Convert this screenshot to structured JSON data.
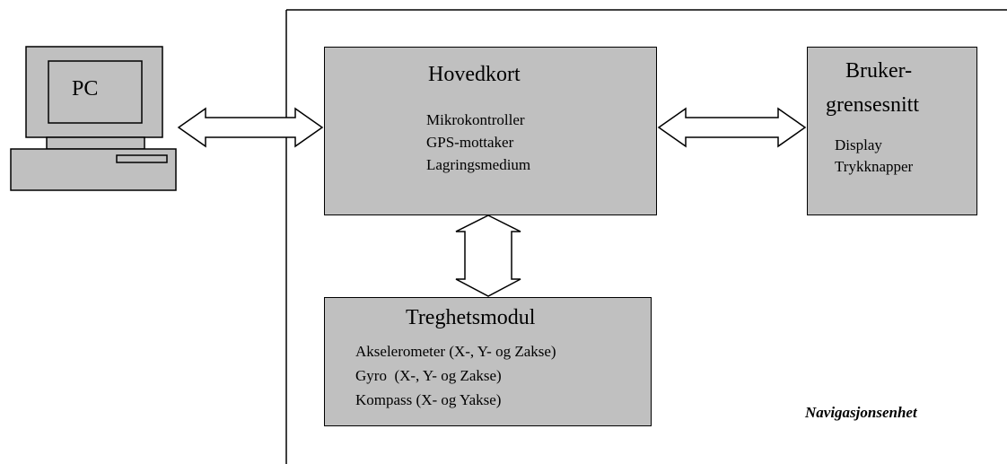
{
  "diagram": {
    "pc": {
      "label": "PC"
    },
    "main_board": {
      "title": "Hovedkort",
      "items": [
        "Mikrokontroller",
        "GPS-mottaker",
        "Lagringsmedium"
      ]
    },
    "user_interface": {
      "title_line1": "Bruker-",
      "title_line2": "grensesnitt",
      "items": [
        "Display",
        "Trykknapper"
      ]
    },
    "inertial_module": {
      "title": "Treghetsmodul",
      "items": [
        "Akselerometer (X-, Y- og Zakse)",
        "Gyro  (X-, Y- og Zakse)",
        "Kompass (X- og Yakse)"
      ]
    },
    "enclosure_label": "Navigasjonsenhet"
  }
}
